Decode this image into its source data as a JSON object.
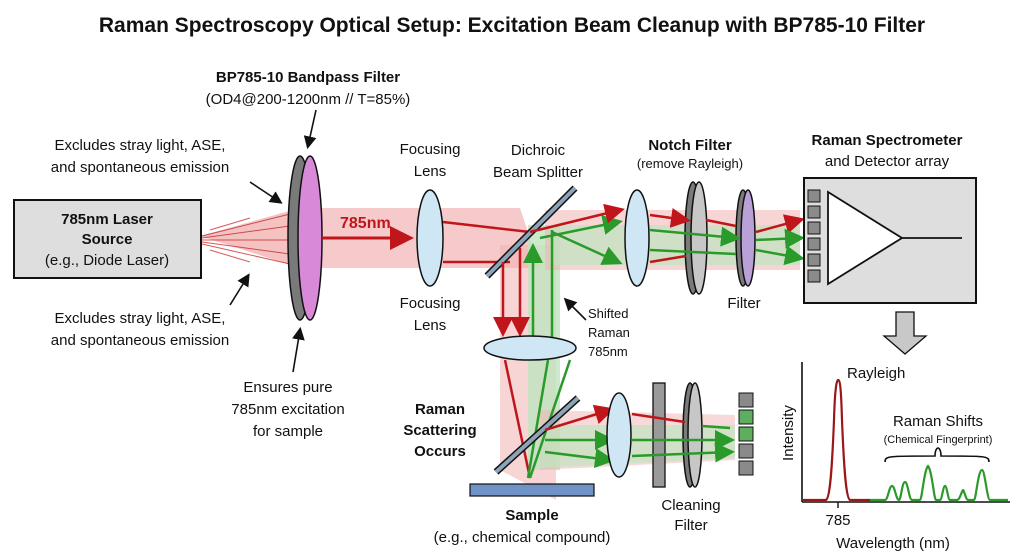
{
  "title": "Raman Spectroscopy Optical Setup: Excitation Beam Cleanup with BP785-10 Filter",
  "laser": {
    "line1": "785nm Laser",
    "line2": "Source",
    "line3": "(e.g., Diode Laser)"
  },
  "bandpass": {
    "title": "BP785-10 Bandpass Filter",
    "spec": "(OD4@200-1200nm // T=85%)"
  },
  "notes": {
    "top_line1": "Excludes stray light, ASE,",
    "top_line2": "and spontaneous emission",
    "bottom_line1": "Excludes stray light, ASE,",
    "bottom_line2": "and spontaneous emission",
    "ensure_line1": "Ensures pure",
    "ensure_line2": "785nm excitation",
    "ensure_line3": "for sample"
  },
  "beam_label": "785nm",
  "focusing_lens_top": {
    "line1": "Focusing",
    "line2": "Lens"
  },
  "focusing_lens_bottom": {
    "line1": "Focusing",
    "line2": "Lens"
  },
  "dichroic": {
    "line1": "Dichroic",
    "line2": "Beam Splitter"
  },
  "notch": {
    "title": "Notch Filter",
    "sub": "(remove Rayleigh)"
  },
  "filter_label": "Filter",
  "spectrometer": {
    "line1": "Raman Spectrometer",
    "line2": "and Detector array"
  },
  "shifted": {
    "line1": "Shifted",
    "line2": "Raman",
    "line3": "785nm"
  },
  "scattering": {
    "line1": "Raman",
    "line2": "Scattering",
    "line3": "Occurs"
  },
  "sample": {
    "title": "Sample",
    "sub": "(e.g., chemical compound)"
  },
  "cleaning": {
    "line1": "Cleaning",
    "line2": "Filter"
  },
  "spectrum": {
    "ylabel": "Intensity",
    "xlabel": "Wavelength (nm)",
    "tick": "785",
    "rayleigh": "Rayleigh",
    "shifts": "Raman Shifts",
    "fingerprint": "(Chemical Fingerprint)"
  },
  "colors": {
    "laser_red": "#c0161b",
    "raman_green": "#2a9a2a",
    "beam_red_fill": "#f2b3b3",
    "beam_green_fill": "#bfe4bf",
    "lens": "#cfe6f5",
    "filter_purple": "#d88ad8",
    "box_gray": "#dedede"
  }
}
